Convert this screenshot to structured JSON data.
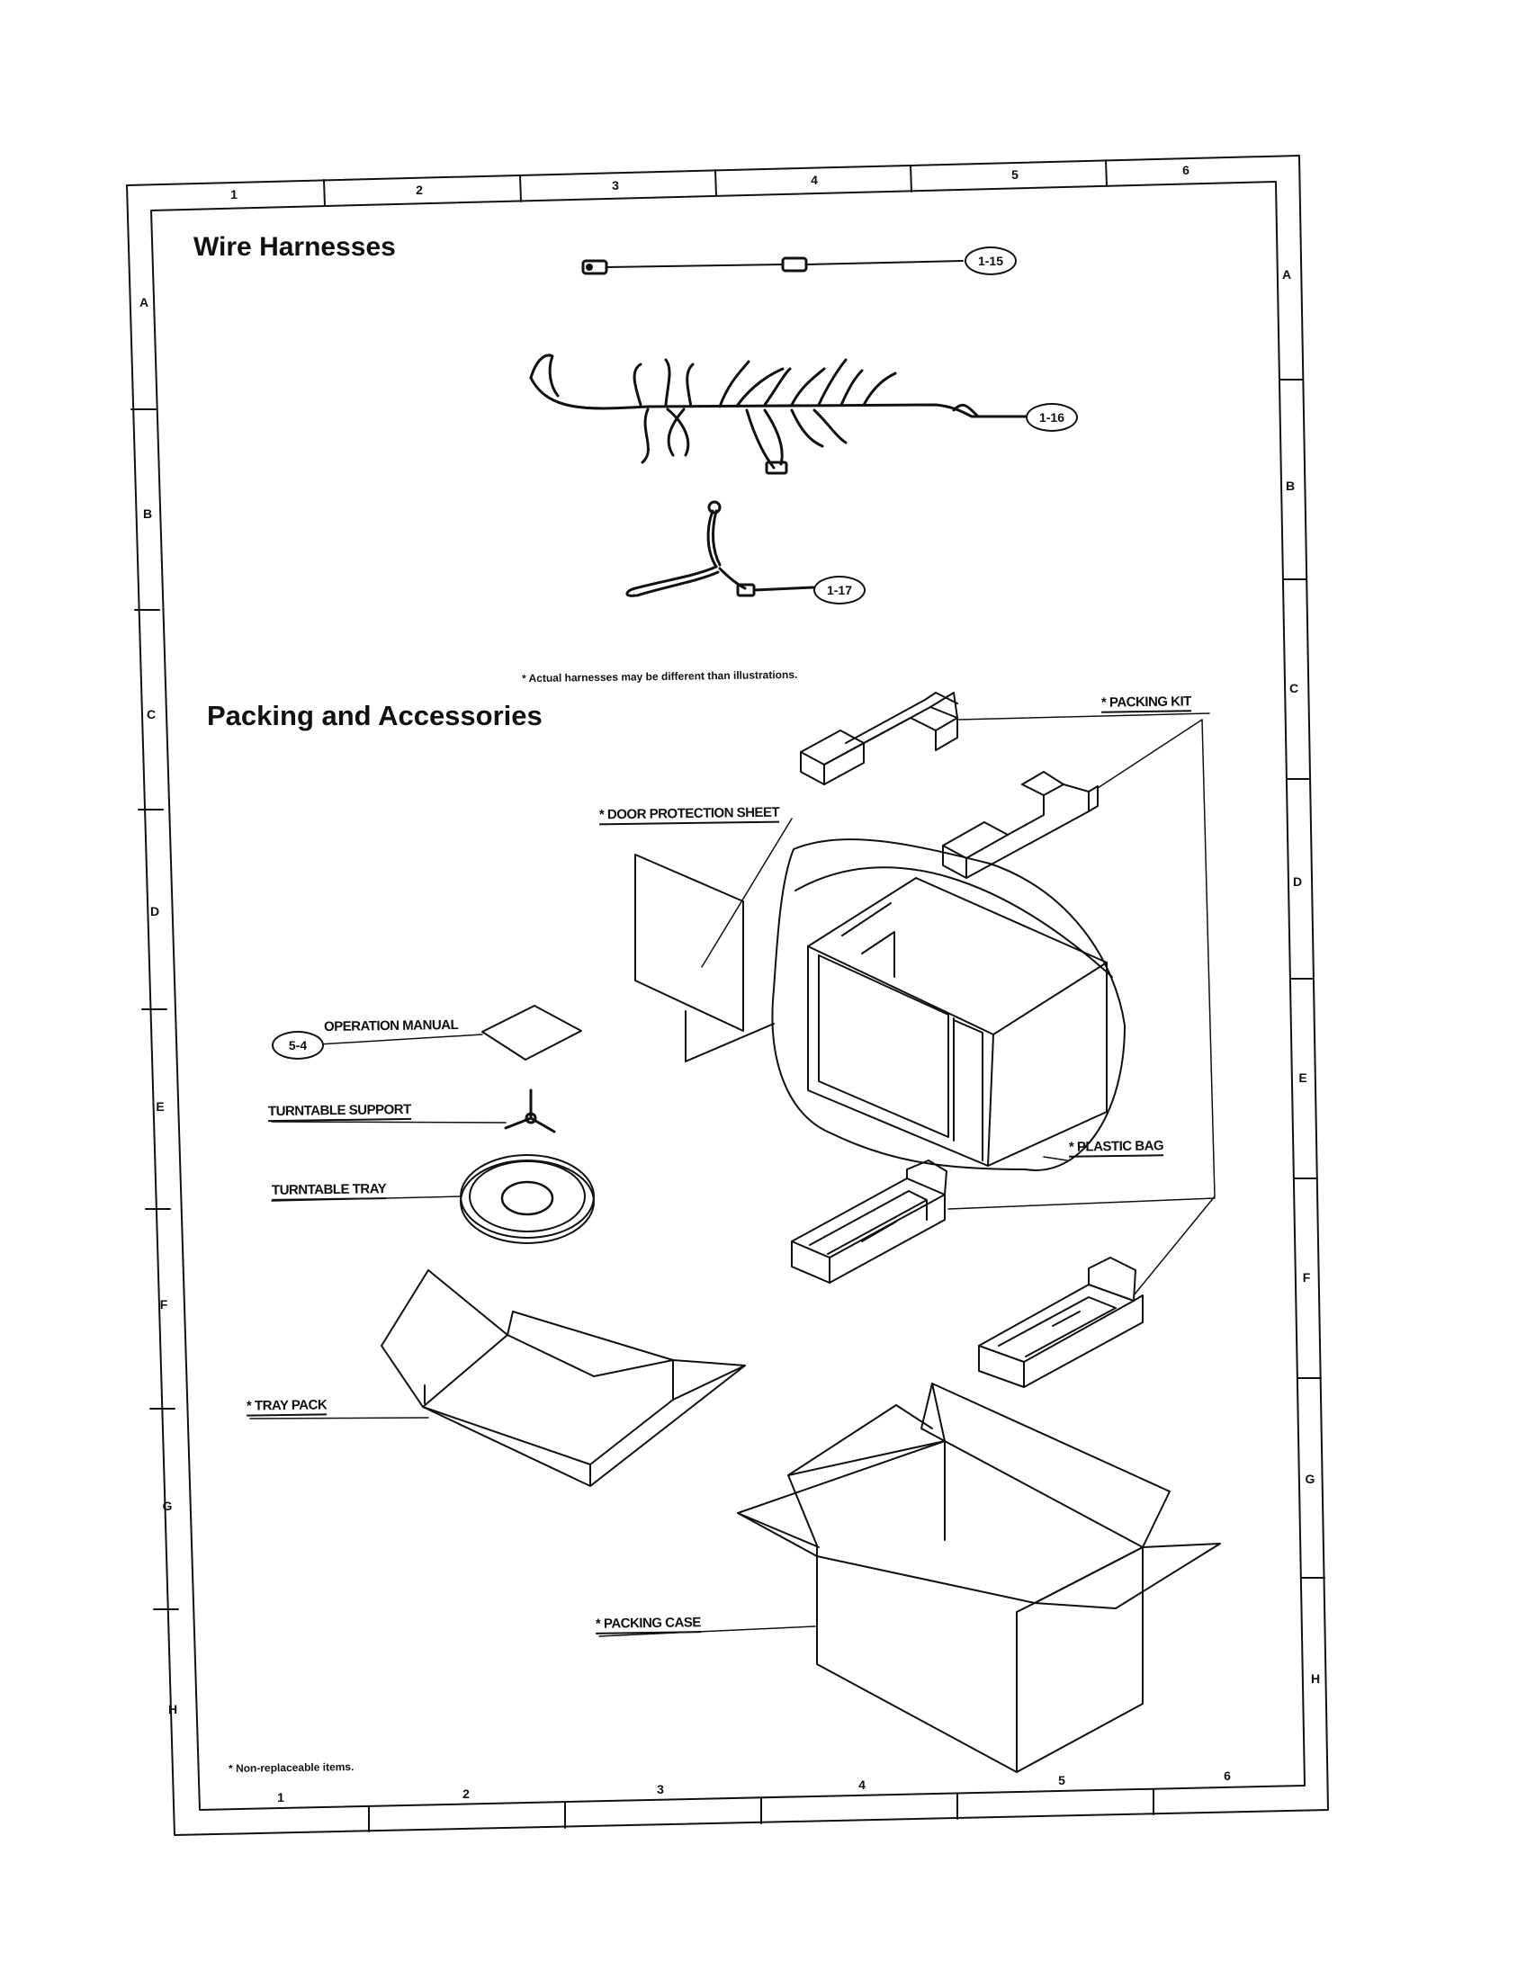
{
  "sections": {
    "wire_harnesses_title": "Wire Harnesses",
    "packing_title": "Packing and Accessories"
  },
  "grid": {
    "columns": [
      "1",
      "2",
      "3",
      "4",
      "5",
      "6"
    ],
    "rows": [
      "A",
      "B",
      "C",
      "D",
      "E",
      "F",
      "G",
      "H"
    ]
  },
  "callouts": {
    "harness_1": "1-15",
    "harness_2": "1-16",
    "harness_3": "1-17",
    "manual": "5-4"
  },
  "notes": {
    "harness_note": "* Actual harnesses may be different than illustrations.",
    "non_replaceable": "* Non-replaceable items."
  },
  "labels": {
    "packing_kit": "* PACKING KIT",
    "door_protection_sheet": "* DOOR PROTECTION SHEET",
    "operation_manual": "OPERATION MANUAL",
    "turntable_support": "TURNTABLE SUPPORT",
    "turntable_tray": "TURNTABLE TRAY",
    "plastic_bag": "* PLASTIC BAG",
    "tray_pack": "* TRAY PACK",
    "packing_case": "* PACKING CASE"
  }
}
